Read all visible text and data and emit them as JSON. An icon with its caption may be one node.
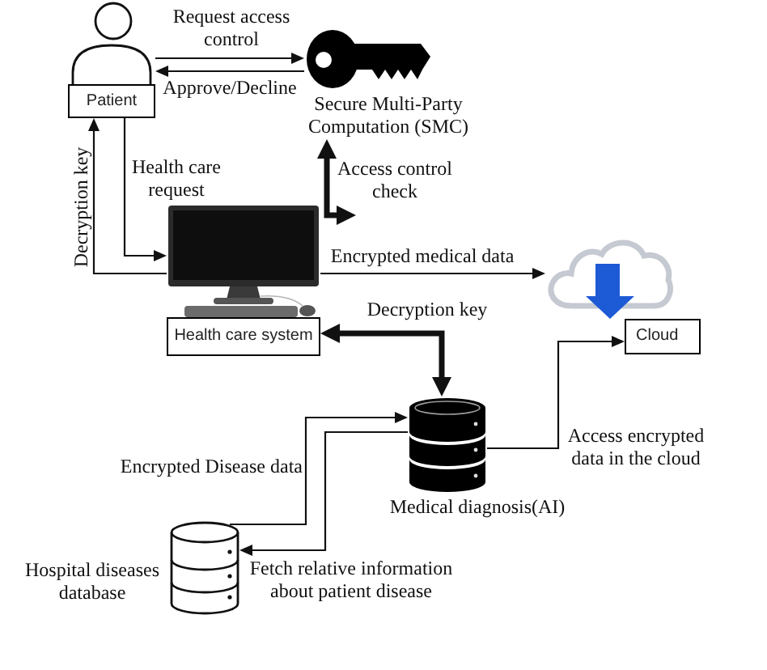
{
  "diagram": {
    "nodes": [
      {
        "text": [
          "Patient"
        ]
      },
      {
        "text": [
          "Secure Multi-Party Computation (SMC)"
        ]
      },
      {
        "text": [
          "Health care system"
        ]
      },
      {
        "text": [],
        "shape": "cloud"
      },
      {
        "text": [
          "Cloud"
        ]
      },
      {
        "text": [],
        "shape": "cylinder",
        "beside": [
          "Medical diagnosis(AI)"
        ]
      },
      {
        "text": [],
        "shape": "cylinder",
        "beside": [
          "Hospital diseases database"
        ]
      }
    ],
    "edges": [
      {
        "from": 0,
        "to": 1,
        "arrow": "to",
        "label": "Request access control"
      },
      {
        "from": 1,
        "to": 0,
        "arrow": "to",
        "label": "Approve/Decline"
      },
      {
        "from": 0,
        "to": 2,
        "arrow": "to",
        "label": "Health care request"
      },
      {
        "from": 2,
        "to": 0,
        "arrow": "to",
        "label": "Decryption key"
      },
      {
        "from": 2,
        "to": 1,
        "arrow": "both",
        "style": "thick",
        "label": "Access control check"
      },
      {
        "from": 2,
        "to": 3,
        "arrow": "to",
        "label": "Encrypted medical data"
      },
      {
        "from": 2,
        "to": 5,
        "arrow": "both",
        "style": "thick",
        "label": "Decryption key"
      },
      {
        "from": 5,
        "to": 4,
        "arrow": "to",
        "label": "Access encrypted data in the cloud"
      },
      {
        "from": 6,
        "to": 5,
        "arrow": "to",
        "label": "Encrypted Disease data"
      },
      {
        "from": 5,
        "to": 6,
        "arrow": "to",
        "label": "Fetch relative information about patient disease"
      }
    ]
  }
}
